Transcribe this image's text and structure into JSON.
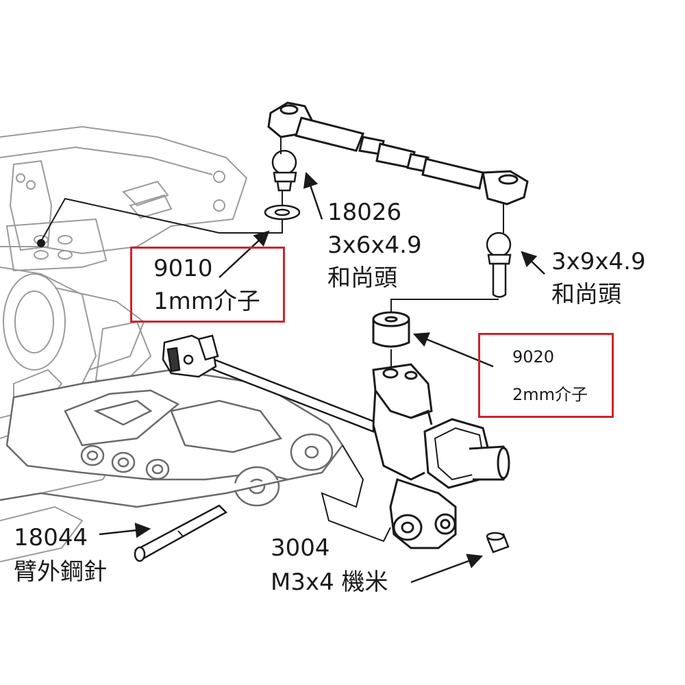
{
  "colors": {
    "highlight_box": "#d0232a",
    "line": "#1a1a1a",
    "part_fill": "#ffffff",
    "part_shade": "#444444"
  },
  "callouts": {
    "c18026": {
      "number": "18026",
      "spec": "3x6x4.9",
      "name": "和尚頭"
    },
    "c3x9": {
      "spec": "3x9x4.9",
      "name": "和尚頭"
    },
    "c9010": {
      "number": "9010",
      "name": "1mm介子"
    },
    "c9020": {
      "number": "9020",
      "name": "2mm介子"
    },
    "c18044": {
      "number": "18044",
      "name": "臂外鋼針"
    },
    "c3004": {
      "number": "3004",
      "name": "M3x4 機米"
    }
  }
}
